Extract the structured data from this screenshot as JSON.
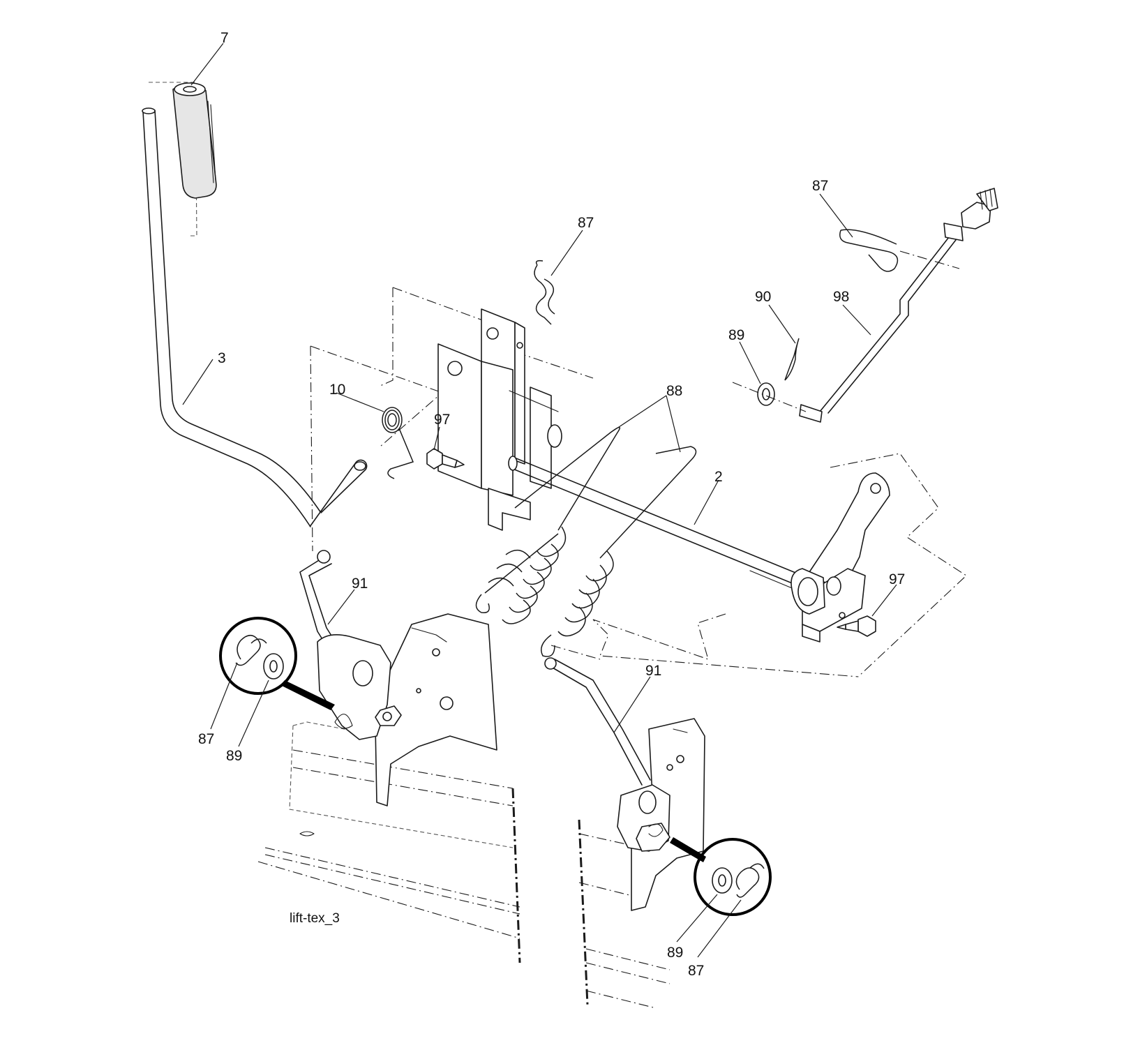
{
  "caption": "lift-tex_3",
  "callouts": {
    "c7": "7",
    "c3": "3",
    "c10": "10",
    "c97a": "97",
    "c87top": "87",
    "c88": "88",
    "c87right": "87",
    "c90": "90",
    "c89right": "89",
    "c98": "98",
    "c2": "2",
    "c97b": "97",
    "c91left": "91",
    "c91right": "91",
    "c87detailLeft": "87",
    "c89detailLeft": "89",
    "c89detailRight": "89",
    "c87detailRight": "87"
  }
}
